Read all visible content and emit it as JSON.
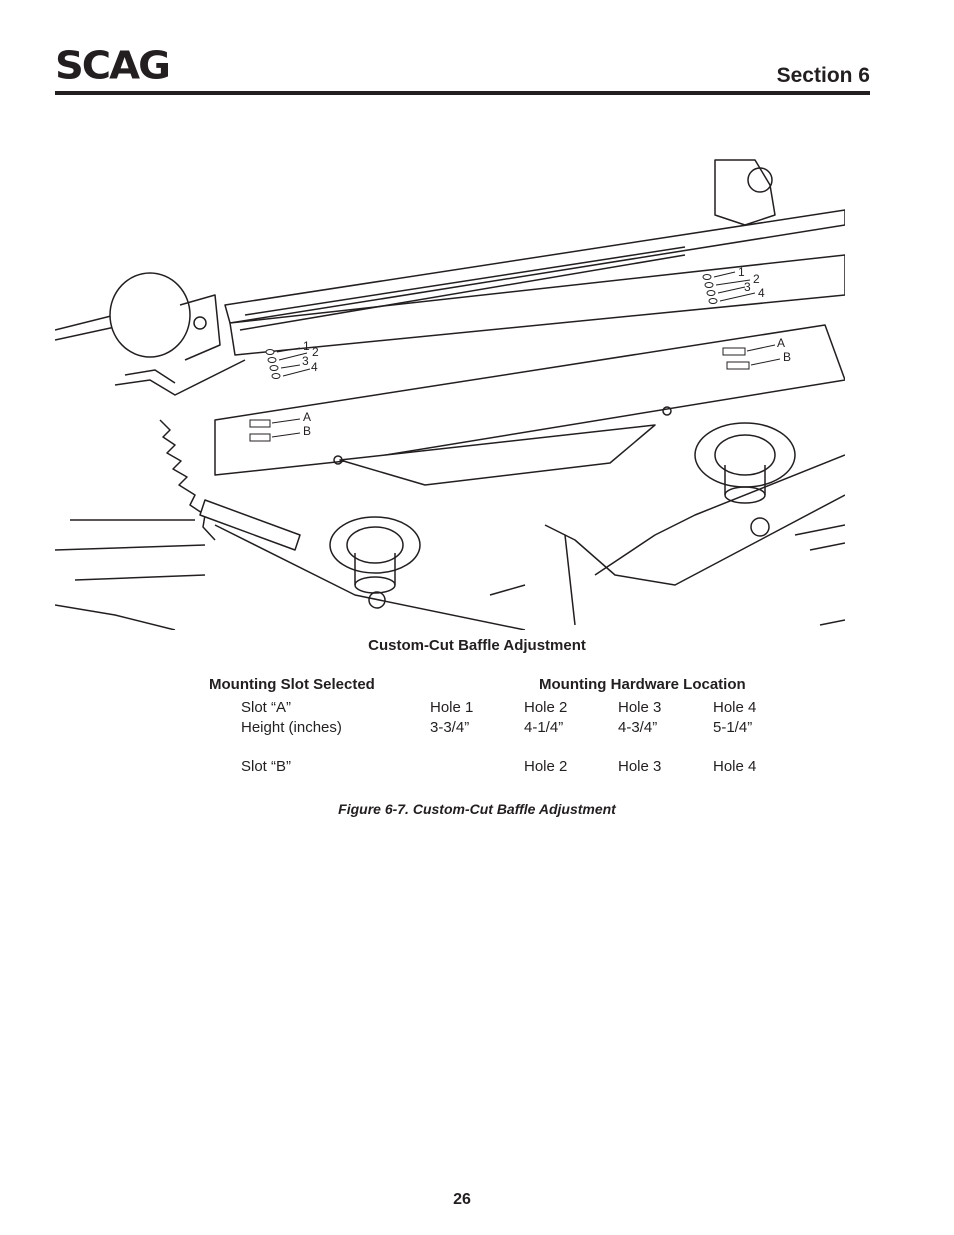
{
  "header": {
    "logo_text": "SCAG",
    "section": "Section 6"
  },
  "figure": {
    "callouts": {
      "hole_numbers": [
        "1",
        "2",
        "3",
        "4"
      ],
      "slot_letters": [
        "A",
        "B"
      ]
    },
    "caption": "Custom-Cut Baffle Adjustment"
  },
  "table": {
    "col_left_header": "Mounting Slot Selected",
    "col_right_header": "Mounting Hardware Location",
    "row_a": {
      "label": "Slot “A”",
      "values": [
        "Hole 1",
        "Hole 2",
        "Hole 3",
        "Hole 4"
      ]
    },
    "row_height": {
      "label": "Height (inches)",
      "values": [
        "3-3/4”",
        "4-1/4”",
        "4-3/4”",
        "5-1/4”"
      ]
    },
    "row_b": {
      "label": "Slot “B”",
      "values": [
        "",
        "Hole 2",
        "Hole 3",
        "Hole 4"
      ]
    }
  },
  "figure_caption": "Figure 6-7. Custom-Cut Baffle Adjustment",
  "page_number": "26"
}
